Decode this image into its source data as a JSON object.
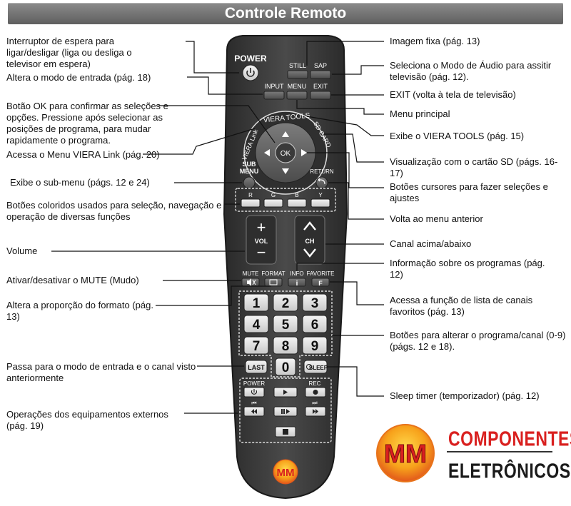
{
  "title": "Controle Remoto",
  "remote": {
    "power": "POWER",
    "still": "STILL",
    "sap": "SAP",
    "input": "INPUT",
    "menu": "MENU",
    "exit": "EXIT",
    "viera_tools": "VIERA TOOLS",
    "viera_link": "VIERA Link",
    "sd_card": "SD CARD",
    "ok": "OK",
    "sub_menu_1": "SUB",
    "sub_menu_2": "MENU",
    "return": "RETURN",
    "color_keys": [
      "R",
      "G",
      "B",
      "Y"
    ],
    "vol_plus": "+",
    "vol": "VOL",
    "vol_minus": "−",
    "ch_up": "^",
    "ch": "CH",
    "ch_down": "v",
    "mute": "MUTE",
    "format": "FORMAT",
    "info": "INFO",
    "favorite": "FAVORITE",
    "favorite_key": "F",
    "info_key": "i",
    "digits": [
      "1",
      "2",
      "3",
      "4",
      "5",
      "6",
      "7",
      "8",
      "9",
      "0"
    ],
    "last": "LAST",
    "sleep": "SLEEP",
    "ext_power": "POWER",
    "rec": "REC",
    "logo": "MM"
  },
  "labels_left": {
    "standby": "Interruptor de espera para ligar/desligar (liga ou desliga o televisor em espera)",
    "input_mode": "Altera o modo de entrada (pág. 18)",
    "ok_button": "Botão OK para confirmar as seleções e opções. Pressione após selecionar as posições de programa, para mudar rapidamente o programa.",
    "viera_link": "Acessa o Menu VIERA Link (pág. 20)",
    "sub_menu": "Exibe o sub-menu (págs. 12 e 24)",
    "color_buttons": "Botões coloridos usados para seleção, navegação e operação de diversas funções",
    "volume": "Volume",
    "mute": "Ativar/desativar o MUTE (Mudo)",
    "format": "Altera a proporção do formato (pág. 13)",
    "last": "Passa para o modo de entrada e o canal visto anteriormente",
    "external": "Operações dos equipamentos externos (pág. 19)"
  },
  "labels_right": {
    "still": "Imagem fixa (pág. 13)",
    "sap": "Seleciona o Modo de Áudio para assitir televisão (pág. 12).",
    "exit": "EXIT (volta à tela de televisão)",
    "menu": "Menu principal",
    "viera_tools": "Exibe o VIERA TOOLS (pág. 15)",
    "sd_card": "Visualização com o cartão SD (págs. 16-17)",
    "cursor": "Botões cursores para fazer seleções e ajustes",
    "return": "Volta ao menu anterior",
    "channel": "Canal acima/abaixo",
    "info": "Informação sobre os programas (pág. 12)",
    "favorite": "Acessa a função de lista de canais favoritos (pág. 13)",
    "digits": "Botões para alterar o programa/canal (0-9) (págs. 12 e 18).",
    "sleep": "Sleep timer (temporizador) (pág. 12)"
  },
  "brand": {
    "line1": "COMPONENTES",
    "line2": "ELETRÔNICOS",
    "logo": "MM"
  },
  "colors": {
    "remote_body": "#3c3c3c",
    "title_bar": "#707070",
    "brand_red": "#d9201f",
    "brand_orange": "#f7a21b"
  }
}
